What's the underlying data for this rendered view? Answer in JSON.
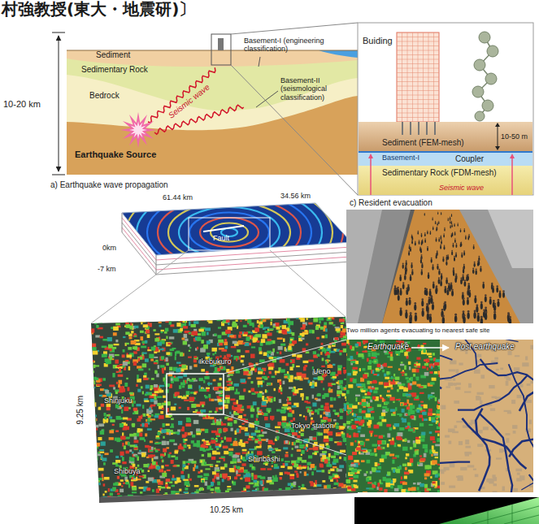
{
  "diagram": {
    "nodes": [
      {
        "text": [
          "Sediment (FEM-mesh)"
        ]
      },
      {
        "text": [
          "Coupler"
        ]
      },
      {
        "text": [
          "Sedimentary Rock (FDM-mesh)"
        ]
      }
    ],
    "labels": [
      "村強教授(東大・地震研)〕",
      "10-20 km",
      "Sediment",
      "Sedimentary Rock",
      "Bedrock",
      "Earthquake Source",
      "Basement-I (engineering classification)",
      "Basement-II (seismological classification)",
      "Seismic wave",
      "Buiding",
      "Basement-I",
      "10-50 m",
      "Seismic wave",
      "a) Earthquake wave propagation",
      "61.44 km",
      "34.56 km",
      "0km",
      "-7 km",
      "Fault",
      "Ikebukuro",
      "Ueno",
      "Shinjuku",
      "Tokyo station",
      "Shinbashi",
      "Shibuya",
      "9.25 km",
      "10.25 km",
      "c) Resident evacuation",
      "Two million agents evacuating to nearest safe site",
      "Earthquake",
      "Post earthquake"
    ]
  }
}
